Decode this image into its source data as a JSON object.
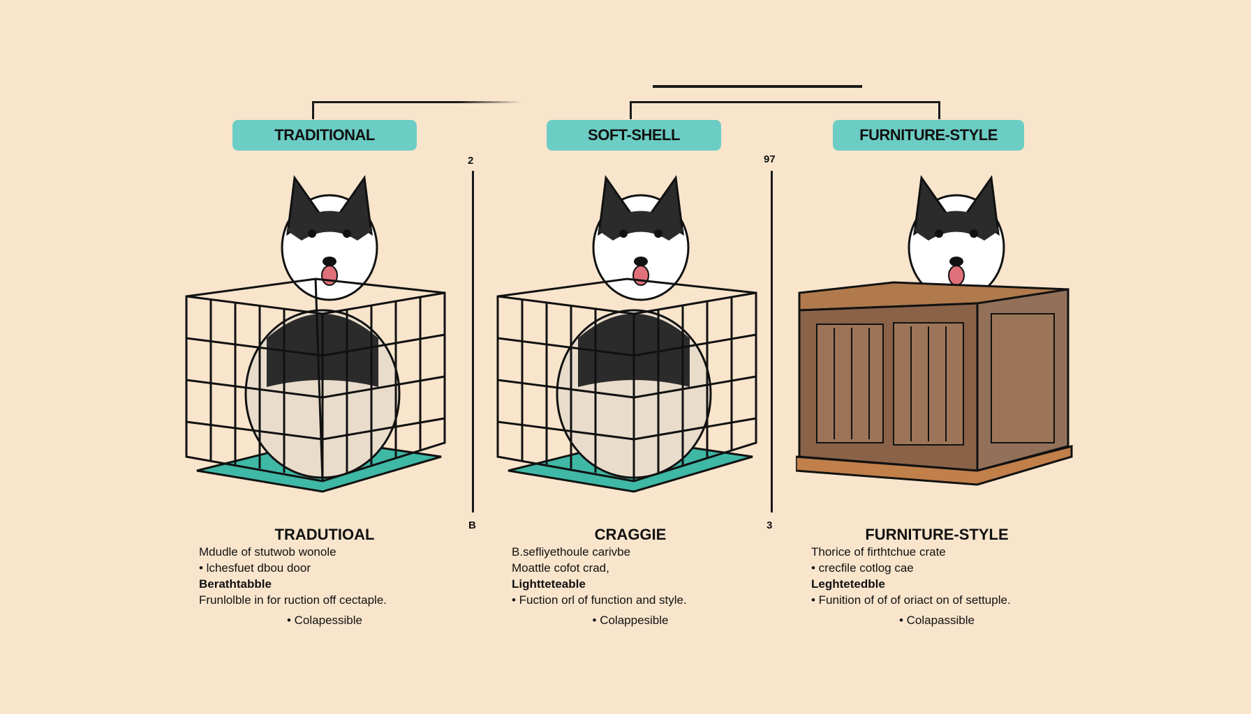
{
  "header_tabs": [
    {
      "label": "TRADITIONAL"
    },
    {
      "label": "SOFT-SHELL"
    },
    {
      "label": "FURNITURE-STYLE"
    }
  ],
  "markers": {
    "top_left": "2",
    "top_right": "97",
    "bottom_left": "B",
    "bottom_right": "3"
  },
  "columns": [
    {
      "title": "TRADUTIOAL",
      "lines": [
        "Mdudle of stutwob wonole",
        "• lchesfuet dbou door",
        "Berathtabble",
        "Frunlolble in for ruction off cectaple."
      ],
      "last": "• Colapessible"
    },
    {
      "title": "CRAGGIE",
      "lines": [
        "B.sefliyethoule carivbe",
        "Moattle cofot crad,",
        "Lightteteable",
        "• Fuction orl of function and style."
      ],
      "last": "• Colappesible"
    },
    {
      "title": "FURNITURE-STYLE",
      "lines": [
        "Thorice of firthtchue crate",
        "• crecfile cotlog cae",
        "Leghtetedble",
        "• Funition of of of oriact on of settuple."
      ],
      "last": "• Colapassible"
    }
  ],
  "colors": {
    "background": "#f8e5cc",
    "pill": "#6ccdc4",
    "wood": "#9a6a45",
    "mat": "#3fb8a6"
  }
}
